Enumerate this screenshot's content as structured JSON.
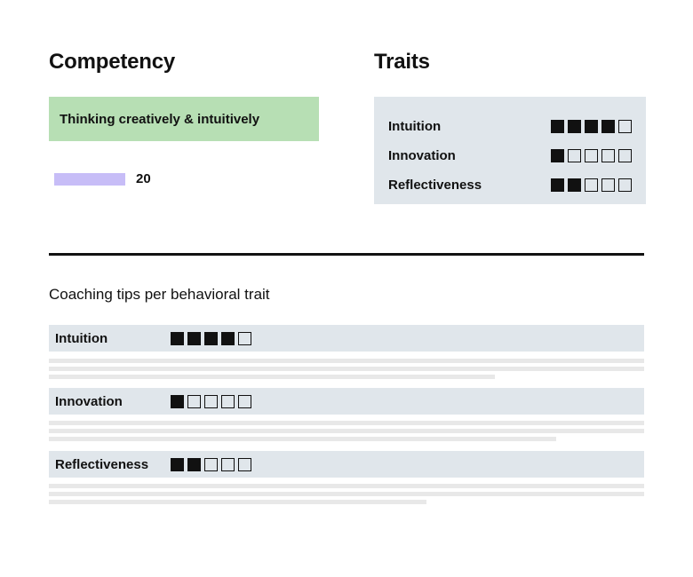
{
  "competency": {
    "title": "Competency",
    "item": "Thinking creatively & intuitively",
    "score": "20"
  },
  "traits": {
    "title": "Traits",
    "items": [
      {
        "label": "Intuition",
        "rating": 4,
        "max": 5
      },
      {
        "label": "Innovation",
        "rating": 1,
        "max": 5
      },
      {
        "label": "Reflectiveness",
        "rating": 2,
        "max": 5
      }
    ]
  },
  "coaching": {
    "heading": "Coaching tips per behavioral trait",
    "items": [
      {
        "label": "Intuition",
        "rating": 4,
        "max": 5
      },
      {
        "label": "Innovation",
        "rating": 1,
        "max": 5
      },
      {
        "label": "Reflectiveness",
        "rating": 2,
        "max": 5
      }
    ]
  },
  "colors": {
    "competency_bg": "#b7dfb4",
    "traits_bg": "#e0e6eb",
    "score_bar": "#c7bdf7",
    "filled_square": "#111111",
    "placeholder_line": "#e8e8e8"
  }
}
